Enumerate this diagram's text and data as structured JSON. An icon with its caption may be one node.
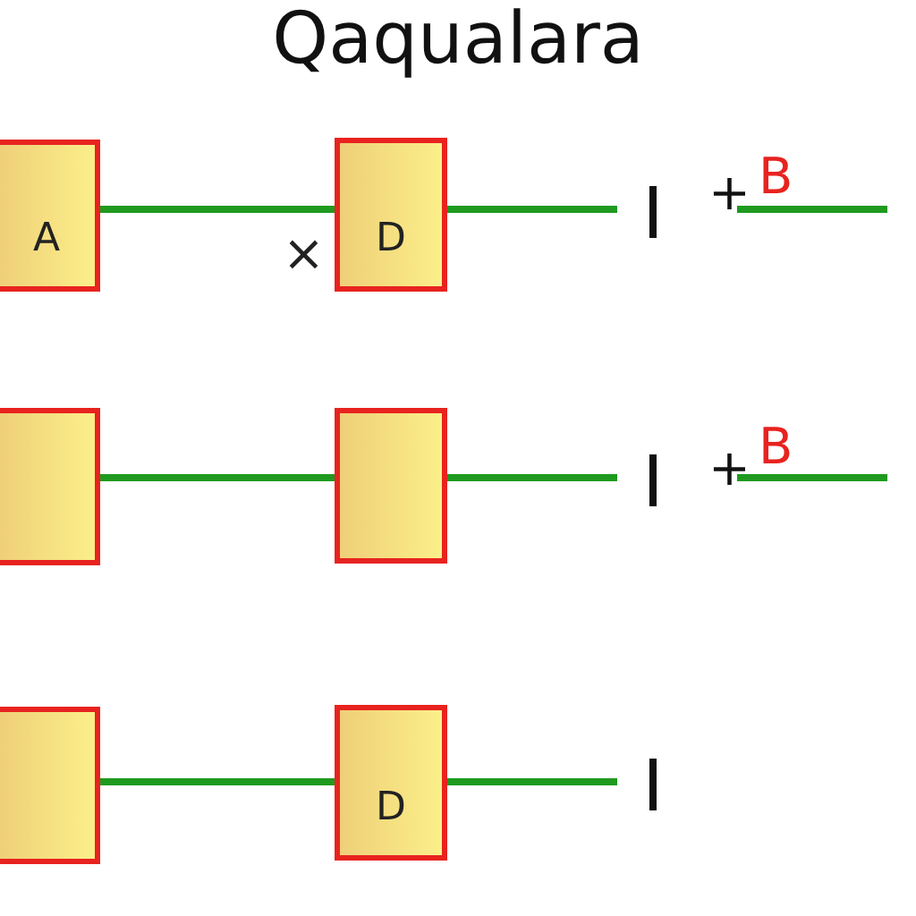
{
  "diagram": {
    "title": "Qaqualara",
    "nodes": [
      {
        "text": [
          "A"
        ]
      },
      {
        "text": [
          "D"
        ]
      },
      {
        "text": [],
        "shape": "box"
      },
      {
        "text": [],
        "shape": "box"
      },
      {
        "text": [],
        "shape": "box"
      },
      {
        "text": [
          "D"
        ]
      }
    ],
    "edges": [
      {
        "from": 0,
        "to": 1,
        "arrow": "none"
      },
      {
        "from": 1,
        "to": null,
        "arrow": "none"
      },
      {
        "from": 2,
        "to": 3,
        "arrow": "none"
      },
      {
        "from": 3,
        "to": null,
        "arrow": "none"
      },
      {
        "from": 4,
        "to": 5,
        "arrow": "none"
      },
      {
        "from": 5,
        "to": null,
        "arrow": "none"
      }
    ],
    "labels": [
      "×",
      "+",
      "B",
      "+",
      "B"
    ]
  }
}
